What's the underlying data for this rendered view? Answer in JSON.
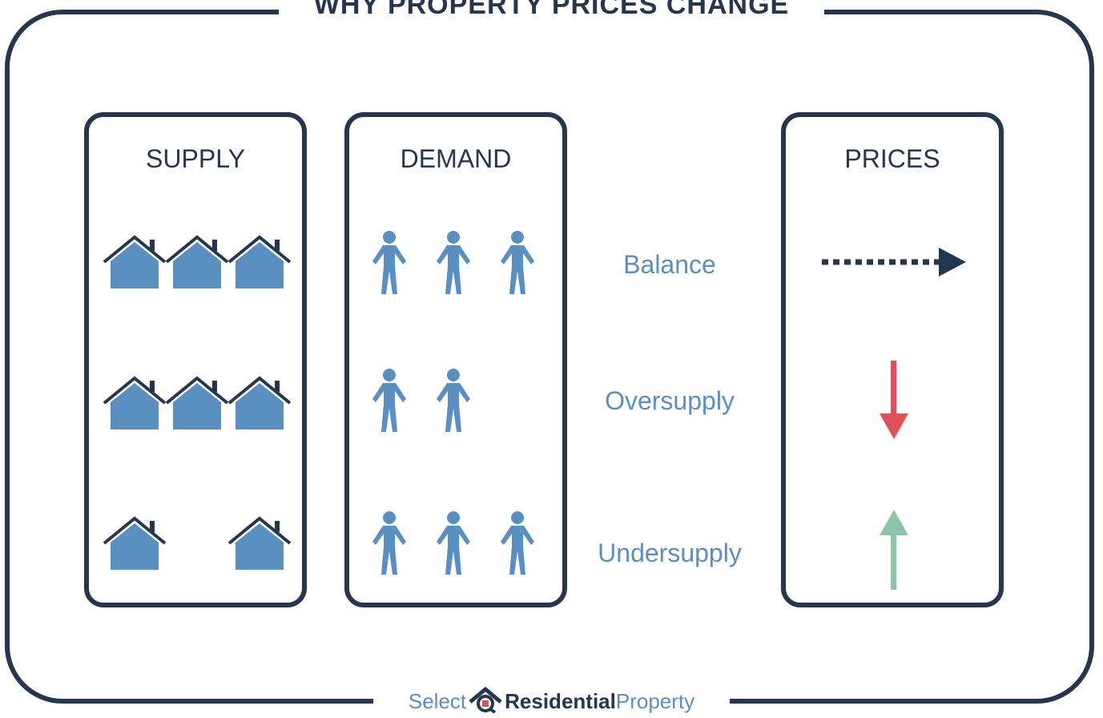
{
  "title": "WHY PROPERTY PRICES CHANGE",
  "panels": {
    "supply": "SUPPLY",
    "demand": "DEMAND",
    "prices": "PRICES"
  },
  "rows": [
    {
      "label": "Balance",
      "houses": 3,
      "people": 3,
      "price_trend": "flat"
    },
    {
      "label": "Oversupply",
      "houses": 3,
      "people": 2,
      "price_trend": "down"
    },
    {
      "label": "Undersupply",
      "houses": 2,
      "people": 3,
      "price_trend": "up"
    }
  ],
  "brand": {
    "part1": "Select",
    "part2": "Residential",
    "part3": "Property"
  },
  "icons": [
    "house-icon",
    "person-icon",
    "dotted-right-arrow-icon",
    "red-down-arrow-icon",
    "green-up-arrow-icon",
    "house-magnifier-logo-icon"
  ],
  "colors": {
    "dark": "#25364f",
    "blue": "#5a8fc1",
    "red": "#df5158",
    "green": "#8cc4a8"
  }
}
